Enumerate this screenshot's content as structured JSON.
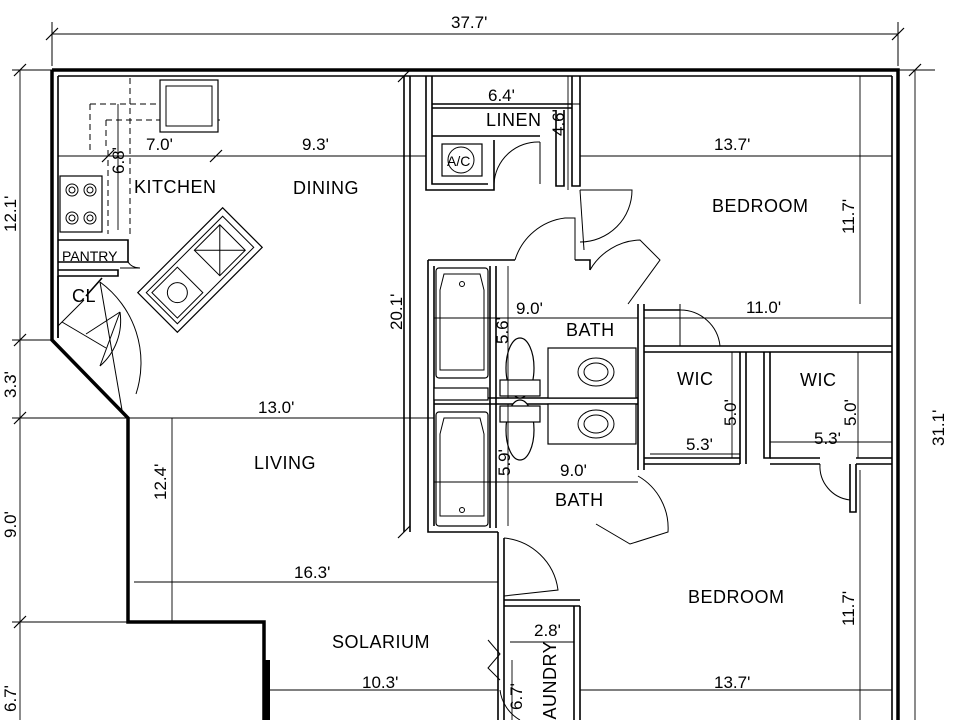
{
  "rooms": {
    "kitchen": "KITCHEN",
    "dining": "DINING",
    "pantry": "PANTRY",
    "closet": "CL",
    "linen": "LINEN",
    "ac": "A/C",
    "bedroom_top": "BEDROOM",
    "bath_top": "BATH",
    "wic_left": "WIC",
    "wic_right": "WIC",
    "living": "LIVING",
    "bath_bottom": "BATH",
    "bedroom_bottom": "BEDROOM",
    "solarium": "SOLARIUM",
    "laundry": "LAUNDRY"
  },
  "dimensions": {
    "overall_width": "37.7'",
    "overall_depth": "31.1'",
    "left_top": "12.1'",
    "left_angle": "3.3'",
    "left_mid": "9.0'",
    "left_bottom": "6.7'",
    "kitchen_width": "7.0'",
    "kitchen_depth": "6.8'",
    "dining_width": "9.3'",
    "dining_living_depth": "20.1'",
    "linen_width": "6.4'",
    "linen_depth": "4.6'",
    "bedroom_top_width": "13.7'",
    "bedroom_top_depth": "11.7'",
    "bath_top_width": "9.0'",
    "bath_top_depth": "5.6'",
    "wic_span": "11.0'",
    "wic_left_width": "5.3'",
    "wic_left_depth": "5.0'",
    "wic_right_width": "5.3'",
    "wic_right_depth": "5.0'",
    "living_width": "13.0'",
    "living_depth": "12.4'",
    "bath_bottom_width": "9.0'",
    "bath_bottom_depth": "5.9'",
    "solarium_span": "16.3'",
    "solarium_width": "10.3'",
    "laundry_width": "2.8'",
    "laundry_depth": "6.7'",
    "bedroom_bottom_width": "13.7'",
    "bedroom_bottom_depth": "11.7'"
  }
}
